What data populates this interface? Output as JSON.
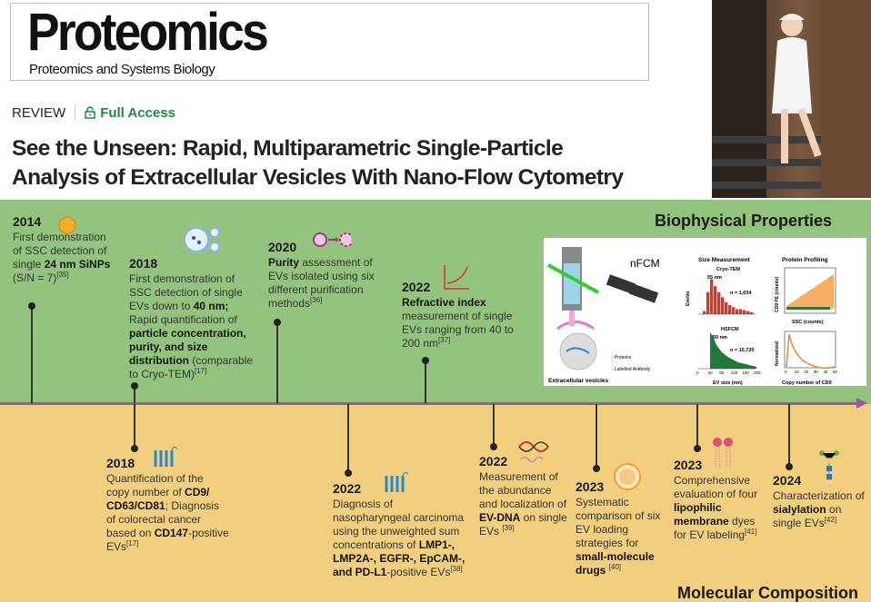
{
  "header": {
    "journal": "Proteomics",
    "journal_subtitle": "Proteomics and Systems Biology",
    "article_type": "REVIEW",
    "access": "Full Access",
    "title_line1": "See the Unseen: Rapid, Multiparametric Single-Particle",
    "title_line2": "Analysis of Extracellular Vesicles With Nano-Flow Cytometry"
  },
  "figure": {
    "top_heading": "Biophysical Properties",
    "bottom_heading": "Molecular Composition",
    "top_entries": [
      {
        "year": "2014",
        "icon": "nanoparticle-icon",
        "segments": [
          {
            "t": "First demonstration of SSC detection of single "
          },
          {
            "t": "24 nm SiNPs",
            "b": true
          },
          {
            "t": " (S/N = 7)"
          },
          {
            "t": "[35]",
            "sup": true
          }
        ]
      },
      {
        "year": "2018",
        "icon": "vesicles-icon",
        "segments": [
          {
            "t": "First demonstration of SSC detection of single EVs down to "
          },
          {
            "t": "40 nm;",
            "b": true
          },
          {
            "t": " Rapid quantification of "
          },
          {
            "t": "particle concentration, purity, and size distribution",
            "b": true
          },
          {
            "t": " (comparable to Cryo-TEM)"
          },
          {
            "t": "[17]",
            "sup": true
          }
        ]
      },
      {
        "year": "2020",
        "icon": "purification-icon",
        "segments": [
          {
            "t": "Purity",
            "b": true
          },
          {
            "t": " assessment of EVs isolated using six different purification methods"
          },
          {
            "t": "[36]",
            "sup": true
          }
        ]
      },
      {
        "year": "2022",
        "icon": "curve-icon",
        "segments": [
          {
            "t": "Refractive index",
            "b": true
          },
          {
            "t": " measurement of single EVs ranging from 40 to 200 nm"
          },
          {
            "t": "[37]",
            "sup": true
          }
        ]
      }
    ],
    "bottom_entries": [
      {
        "year": "2018",
        "icon": "membrane-protein-icon",
        "segments": [
          {
            "t": "Quantification of the copy number of "
          },
          {
            "t": "CD9/ CD63/CD81",
            "b": true
          },
          {
            "t": "; Diagnosis of colorectal cancer based on "
          },
          {
            "t": "CD147",
            "b": true
          },
          {
            "t": "-positive EVs"
          },
          {
            "t": "[17]",
            "sup": true
          }
        ]
      },
      {
        "year": "2022",
        "icon": "membrane-protein-icon",
        "segments": [
          {
            "t": "Diagnosis of nasopharyngeal carcinoma using the unweighted sum concentrations of "
          },
          {
            "t": "LMP1-, LMP2A-, EGFR-, EpCAM-, and PD-L1",
            "b": true
          },
          {
            "t": "-positive EVs"
          },
          {
            "t": "[38]",
            "sup": true
          }
        ]
      },
      {
        "year": "2022",
        "icon": "dna-icon",
        "segments": [
          {
            "t": "Measurement of the abundance and localization of "
          },
          {
            "t": "EV-DNA",
            "b": true
          },
          {
            "t": " on single EVs "
          },
          {
            "t": "[39]",
            "sup": true
          }
        ]
      },
      {
        "year": "2023",
        "icon": "loaded-vesicle-icon",
        "segments": [
          {
            "t": "Systematic comparison of six EV loading strategies for "
          },
          {
            "t": "small-molecule drugs",
            "b": true
          },
          {
            "t": " "
          },
          {
            "t": "[40]",
            "sup": true
          }
        ]
      },
      {
        "year": "2023",
        "icon": "lipophilic-dye-icon",
        "segments": [
          {
            "t": "Comprehensive evaluation of four "
          },
          {
            "t": "lipophilic membrane",
            "b": true
          },
          {
            "t": " dyes for EV labeling"
          },
          {
            "t": "[41]",
            "sup": true
          }
        ]
      },
      {
        "year": "2024",
        "icon": "glycan-icon",
        "segments": [
          {
            "t": "Characterization of "
          },
          {
            "t": "sialylation",
            "b": true
          },
          {
            "t": " on single EVs"
          },
          {
            "t": "[42]",
            "sup": true
          }
        ]
      }
    ],
    "inset": {
      "instrument": "nFCM",
      "size_title": "Size Measurement",
      "cryo_label": "Cryo-TEM",
      "cryo_peak": "55 nm",
      "cryo_n": "n = 1,034",
      "hsfcm_label": "HSFCM",
      "hsfcm_peak": "50 nm",
      "hsfcm_n": "n = 10,720",
      "events": "Events",
      "xlabel": "EV size (nm)",
      "protein_title": "Protein Profiling",
      "cd9_label": "CD9 PE (counts)",
      "ssc_label": "SSC (counts)",
      "normalized": "Normalized",
      "copy_label": "Copy number of CD9",
      "proteins": ": Proteins",
      "antibody": ": Labelled Antibody",
      "ev_label": "Extracellular vesicles",
      "size_ticks": [
        "0",
        "40",
        "80",
        "120",
        "160",
        "200"
      ],
      "copy_ticks": [
        "0",
        "10",
        "20",
        "30",
        "40",
        "50"
      ]
    }
  },
  "colors": {
    "green": "#93c47d",
    "yellow": "#f1cf7e",
    "axis": "#9b5aa0",
    "access": "#1f8a3c"
  }
}
